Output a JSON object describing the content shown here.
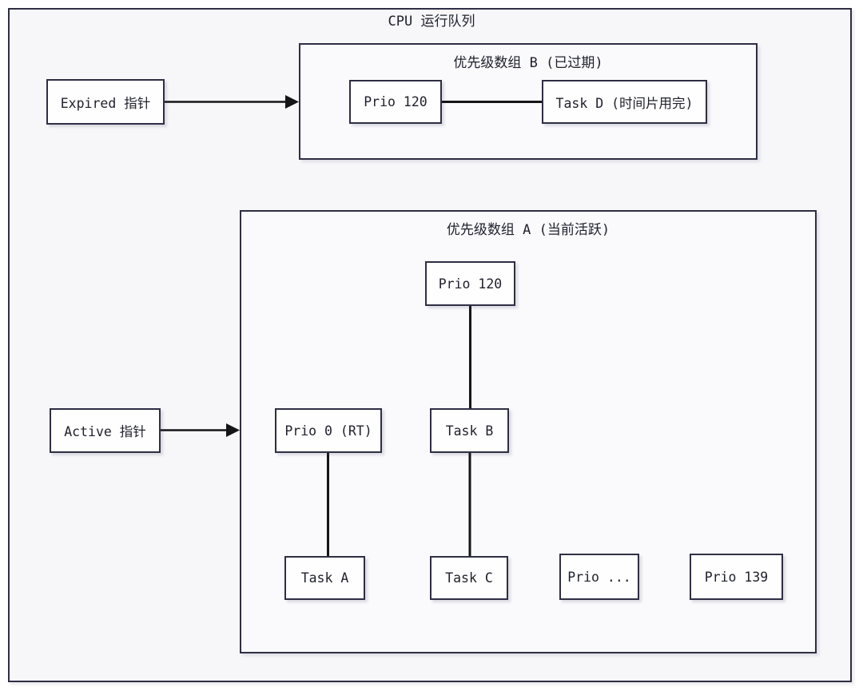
{
  "diagram": {
    "title": "CPU 运行队列",
    "group_b": {
      "title": "优先级数组 B (已过期)",
      "nodes": {
        "prio120": "Prio 120",
        "task_d": "Task D (时间片用完)"
      }
    },
    "group_a": {
      "title": "优先级数组 A (当前活跃)",
      "nodes": {
        "prio120": "Prio 120",
        "prio0_rt": "Prio 0 (RT)",
        "task_b": "Task B",
        "task_a": "Task A",
        "task_c": "Task C",
        "prio_dots": "Prio ...",
        "prio139": "Prio 139"
      }
    },
    "pointers": {
      "expired": "Expired 指针",
      "active": "Active 指针"
    },
    "colors": {
      "box_border": "#2e2e44",
      "edge_line": "#141419",
      "outer_background": "#f7f7fa",
      "group_background": "#fafafd",
      "node_background": "#fefeff",
      "page_background": "#ffffff",
      "text": "#21212e"
    }
  }
}
